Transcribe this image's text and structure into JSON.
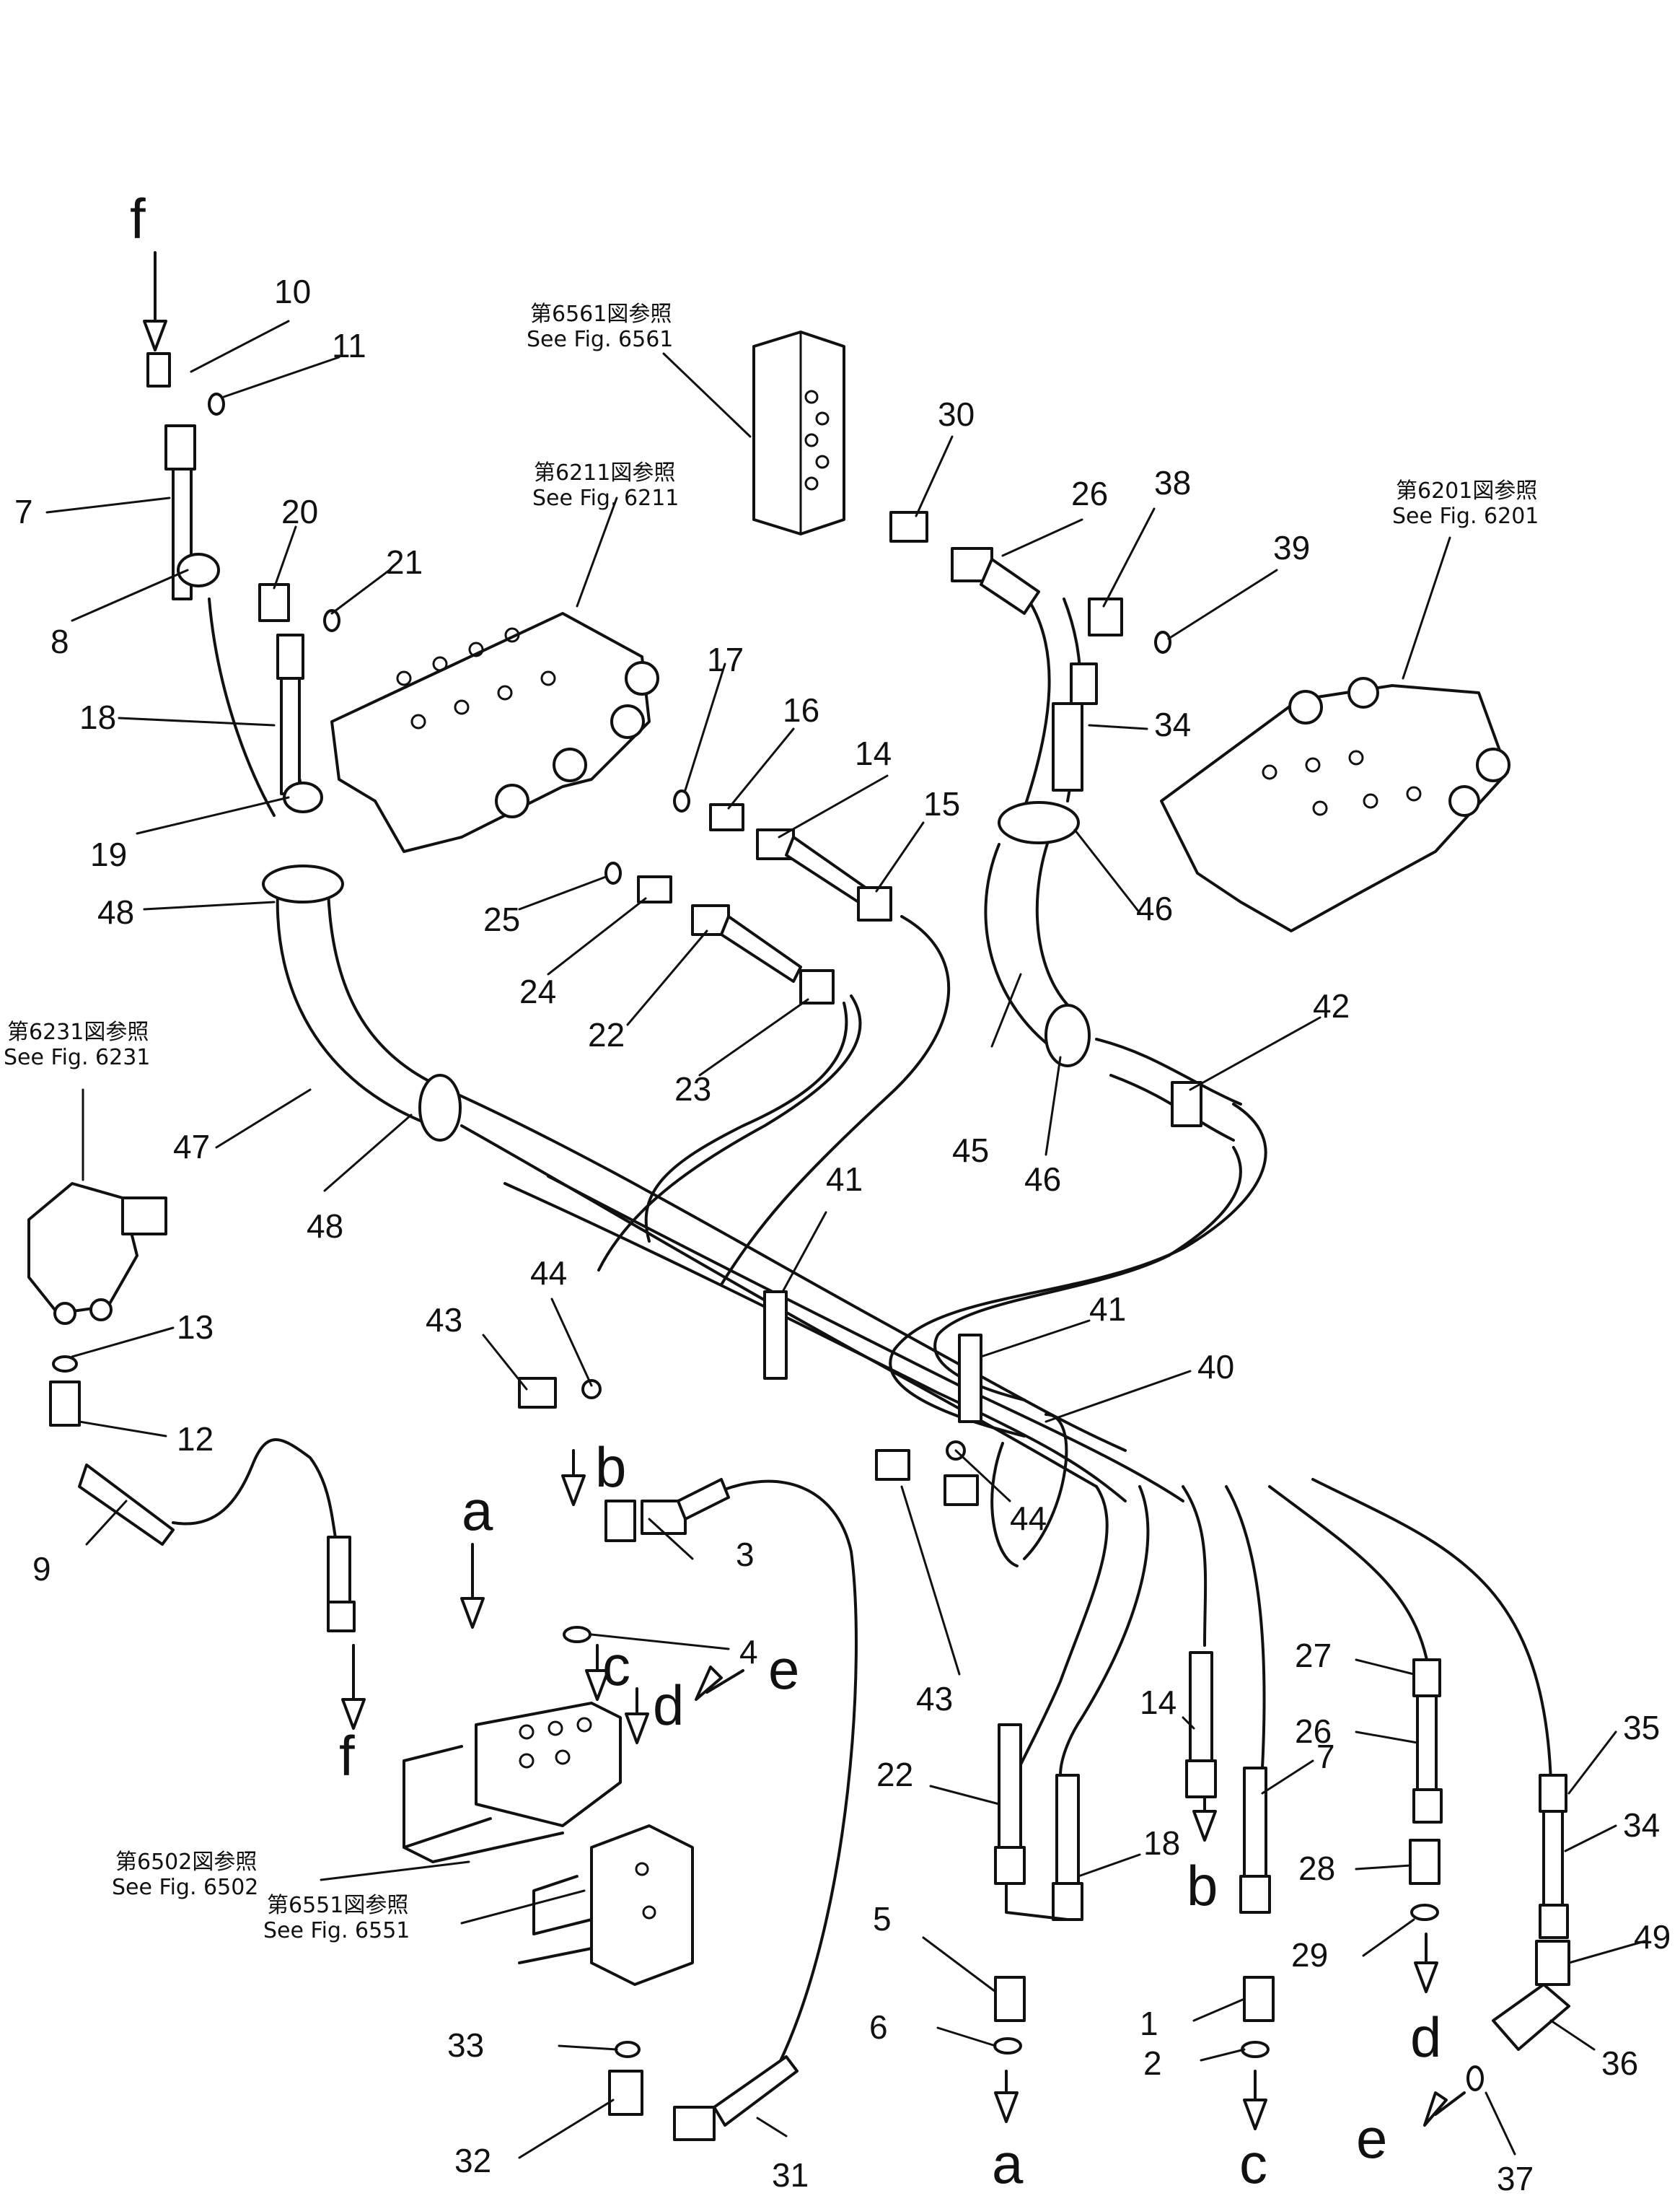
{
  "references": [
    {
      "id": "fig6561",
      "jp": "第6561図参照",
      "en": "See Fig. 6561"
    },
    {
      "id": "fig6211",
      "jp": "第6211図参照",
      "en": "See Fig. 6211"
    },
    {
      "id": "fig6201",
      "jp": "第6201図参照",
      "en": "See Fig. 6201"
    },
    {
      "id": "fig6231",
      "jp": "第6231図参照",
      "en": "See Fig. 6231"
    },
    {
      "id": "fig6502",
      "jp": "第6502図参照",
      "en": "See Fig. 6502"
    },
    {
      "id": "fig6551",
      "jp": "第6551図参照",
      "en": "See Fig. 6551"
    }
  ],
  "connection_letters": [
    "f",
    "f",
    "a",
    "b",
    "c",
    "d",
    "e",
    "a",
    "b",
    "c",
    "d",
    "e"
  ],
  "part_numbers": [
    "10",
    "11",
    "7",
    "8",
    "20",
    "21",
    "18",
    "19",
    "48",
    "17",
    "16",
    "14",
    "15",
    "25",
    "24",
    "22",
    "23",
    "47",
    "48",
    "13",
    "12",
    "9",
    "30",
    "26",
    "38",
    "39",
    "34",
    "46",
    "42",
    "45",
    "46",
    "41",
    "44",
    "43",
    "41",
    "40",
    "3",
    "4",
    "44",
    "43",
    "27",
    "26",
    "35",
    "34",
    "14",
    "7",
    "22",
    "18",
    "28",
    "29",
    "49",
    "5",
    "6",
    "1",
    "2",
    "36",
    "37",
    "33",
    "32",
    "31"
  ]
}
